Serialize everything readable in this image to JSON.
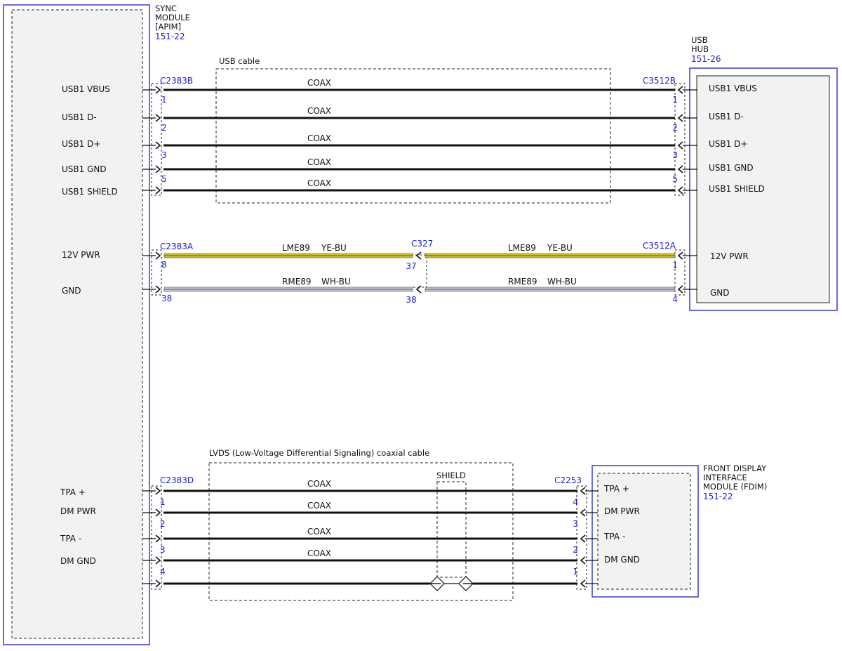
{
  "modules": {
    "sync": {
      "title_lines": [
        "SYNC",
        "MODULE",
        "[APIM]"
      ],
      "ref": "151-22"
    },
    "usb_hub": {
      "title_lines": [
        "USB",
        "HUB"
      ],
      "ref": "151-26"
    },
    "fdim": {
      "title_lines": [
        "FRONT DISPLAY",
        "INTERFACE",
        "MODULE (FDIM)"
      ],
      "ref": "151-22"
    }
  },
  "cables": {
    "usb": "USB cable",
    "lvds": "LVDS (Low-Voltage Differential Signaling) coaxial cable",
    "shield_label": "SHIELD"
  },
  "connectors": {
    "c2383b": "C2383B",
    "c3512b": "C3512B",
    "c2383a": "C2383A",
    "c327": "C327",
    "c3512a": "C3512A",
    "c2383d": "C2383D",
    "c2253": "C2253"
  },
  "usb_circuits": [
    {
      "left_label": "USB1 VBUS",
      "right_label": "USB1 VBUS",
      "wire": "COAX",
      "left_pin": "1",
      "right_pin": "1"
    },
    {
      "left_label": "USB1 D-",
      "right_label": "USB1 D-",
      "wire": "COAX",
      "left_pin": "2",
      "right_pin": "2"
    },
    {
      "left_label": "USB1 D+",
      "right_label": "USB1 D+",
      "wire": "COAX",
      "left_pin": "3",
      "right_pin": "3"
    },
    {
      "left_label": "USB1 GND",
      "right_label": "USB1 GND",
      "wire": "COAX",
      "left_pin": "5",
      "right_pin": "5"
    },
    {
      "left_label": "USB1 SHIELD",
      "right_label": "USB1 SHIELD",
      "wire": "COAX",
      "left_pin": "",
      "right_pin": ""
    }
  ],
  "power_circuits": [
    {
      "left_label": "12V PWR",
      "right_label": "12V PWR",
      "circuit": "LME89",
      "color_code": "YE-BU",
      "left_pin": "8",
      "mid_pin": "37",
      "right_pin": "1",
      "wire_colors": [
        "#d6c21a",
        "#3b48c9"
      ]
    },
    {
      "left_label": "GND",
      "right_label": "GND",
      "circuit": "RME89",
      "color_code": "WH-BU",
      "left_pin": "38",
      "mid_pin": "38",
      "right_pin": "4",
      "wire_colors": [
        "#c9c9c9",
        "#3b48c9"
      ]
    }
  ],
  "lvds_circuits": [
    {
      "left_label": "TPA +",
      "right_label": "TPA +",
      "wire": "COAX",
      "left_pin": "1",
      "right_pin": "4"
    },
    {
      "left_label": "DM PWR",
      "right_label": "DM PWR",
      "wire": "COAX",
      "left_pin": "2",
      "right_pin": "3"
    },
    {
      "left_label": "TPA -",
      "right_label": "TPA -",
      "wire": "COAX",
      "left_pin": "3",
      "right_pin": "2"
    },
    {
      "left_label": "DM GND",
      "right_label": "DM GND",
      "wire": "COAX",
      "left_pin": "4",
      "right_pin": "1"
    },
    {
      "left_label": "",
      "right_label": "",
      "wire": "",
      "left_pin": "",
      "right_pin": ""
    }
  ],
  "colors": {
    "connector_ref": "#1a1adb",
    "module_border": "#3a3ad8",
    "wire": "#111111",
    "module_fill": "#f2f2f2"
  }
}
